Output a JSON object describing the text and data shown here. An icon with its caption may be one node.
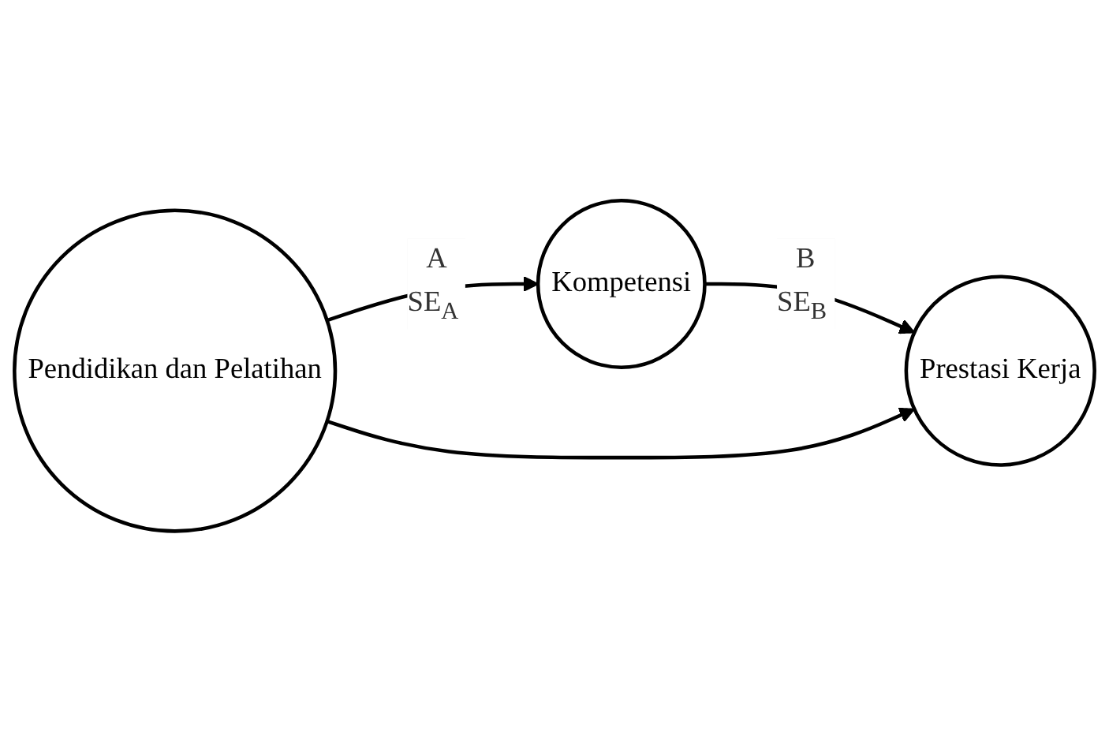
{
  "diagram": {
    "nodes": [
      {
        "text": [
          "Pendidikan dan Pelatihan"
        ]
      },
      {
        "text": [
          "Kompetensi"
        ]
      },
      {
        "text": [
          "Prestasi Kerja"
        ]
      }
    ],
    "edges": [
      {
        "from": 0,
        "to": 1,
        "arrow": "to",
        "label": "A SE$_{A}$"
      },
      {
        "from": 1,
        "to": 2,
        "arrow": "to",
        "label": "B SE$_{B}$"
      },
      {
        "from": 0,
        "to": 2,
        "arrow": "to"
      }
    ]
  }
}
